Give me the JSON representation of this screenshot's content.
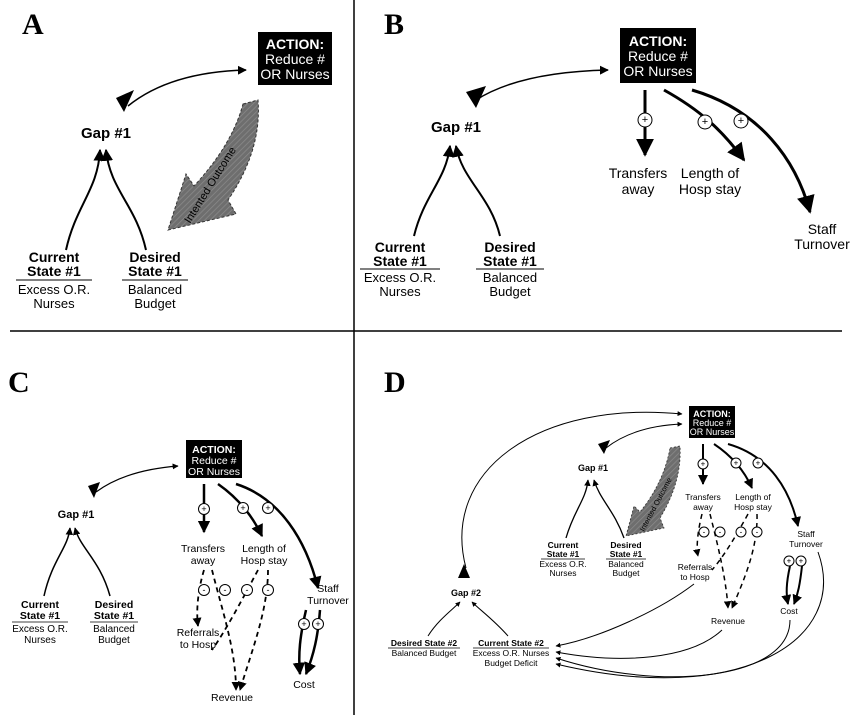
{
  "panels": {
    "a": {
      "label": "A",
      "gap": "Gap #1",
      "action": {
        "title": "ACTION:",
        "line2": "Reduce #",
        "line3": "OR Nurses"
      },
      "current": {
        "title1": "Current",
        "title2": "State #1",
        "desc1": "Excess O.R.",
        "desc2": "Nurses"
      },
      "desired": {
        "title1": "Desired",
        "title2": "State #1",
        "desc1": "Balanced",
        "desc2": "Budget"
      },
      "outcome": "Intented Outcome"
    },
    "b": {
      "label": "B",
      "gap": "Gap #1",
      "action": {
        "title": "ACTION:",
        "line2": "Reduce #",
        "line3": "OR Nurses"
      },
      "current": {
        "title1": "Current",
        "title2": "State #1",
        "desc1": "Excess O.R.",
        "desc2": "Nurses"
      },
      "desired": {
        "title1": "Desired",
        "title2": "State #1",
        "desc1": "Balanced",
        "desc2": "Budget"
      },
      "transfers": [
        "Transfers",
        "away"
      ],
      "length": [
        "Length of",
        "Hosp stay"
      ],
      "turnover": [
        "Staff",
        "Turnover"
      ],
      "plus": "+"
    },
    "c": {
      "label": "C",
      "gap": "Gap #1",
      "action": {
        "title": "ACTION:",
        "line2": "Reduce #",
        "line3": "OR Nurses"
      },
      "current": {
        "title1": "Current",
        "title2": "State #1",
        "desc1": "Excess O.R.",
        "desc2": "Nurses"
      },
      "desired": {
        "title1": "Desired",
        "title2": "State #1",
        "desc1": "Balanced",
        "desc2": "Budget"
      },
      "transfers": [
        "Transfers",
        "away"
      ],
      "length": [
        "Length of",
        "Hosp stay"
      ],
      "turnover": [
        "Staff",
        "Turnover"
      ],
      "referrals": [
        "Referrals",
        "to Hosp"
      ],
      "revenue": "Revenue",
      "cost": "Cost",
      "plus": "+",
      "minus": "-"
    },
    "d": {
      "label": "D",
      "gap1": "Gap #1",
      "gap2": "Gap #2",
      "action": {
        "title": "ACTION:",
        "line2": "Reduce #",
        "line3": "OR Nurses"
      },
      "current": {
        "title1": "Current",
        "title2": "State #1",
        "desc1": "Excess O.R.",
        "desc2": "Nurses"
      },
      "desired": {
        "title1": "Desired",
        "title2": "State #1",
        "desc1": "Balanced",
        "desc2": "Budget"
      },
      "desired2": {
        "title": "Desired State #2",
        "desc": "Balanced Budget"
      },
      "current2": {
        "title": "Current State #2",
        "desc1": "Excess O.R. Nurses",
        "desc2": "Budget Deficit"
      },
      "transfers": [
        "Transfers",
        "away"
      ],
      "length": [
        "Length of",
        "Hosp stay"
      ],
      "turnover": [
        "Staff",
        "Turnover"
      ],
      "referrals": [
        "Referrals",
        "to Hosp"
      ],
      "revenue": "Revenue",
      "cost": "Cost",
      "outcome": "Intented Outcome",
      "plus": "+",
      "minus": "-"
    }
  },
  "colors": {
    "line": "#000000",
    "action_bg": "#000000",
    "action_text": "#ffffff",
    "outcome_arrow": "#707070"
  }
}
